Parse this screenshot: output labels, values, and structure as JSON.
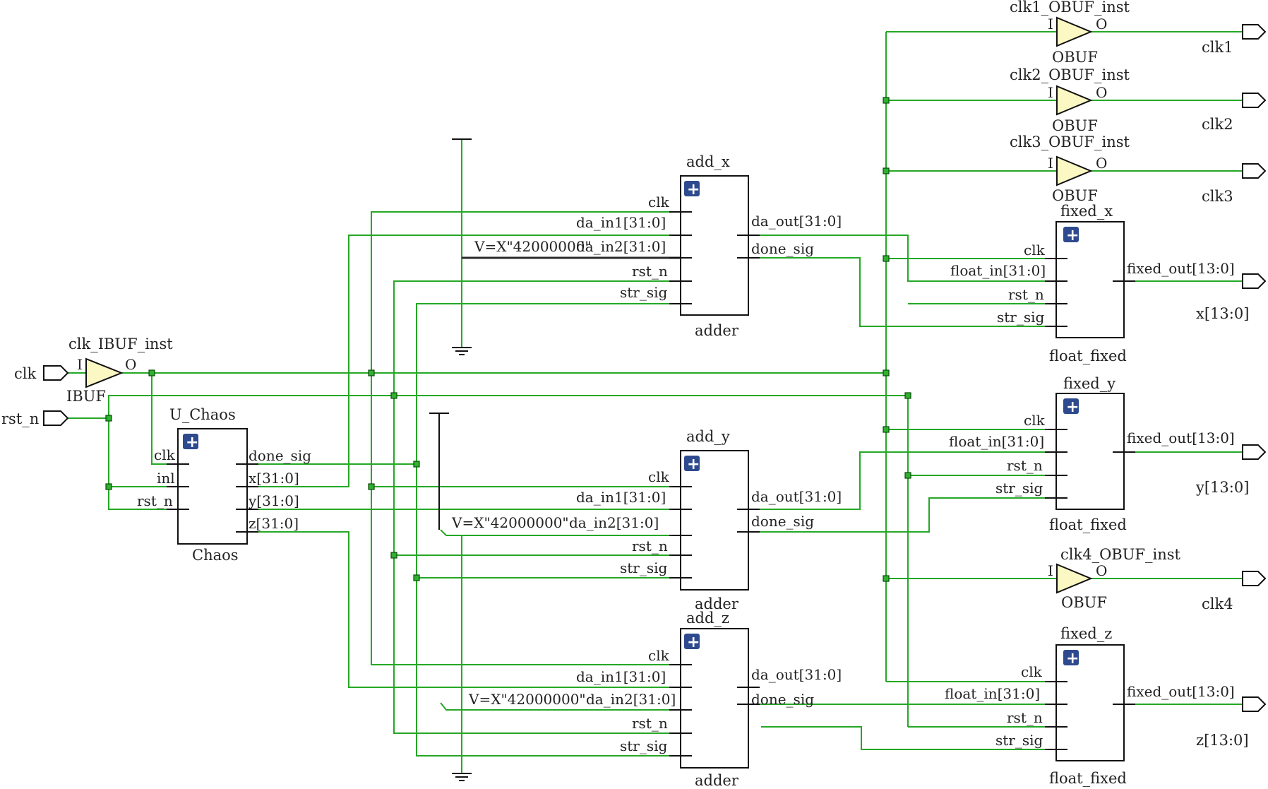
{
  "ports": {
    "inputs": [
      "clk",
      "rst_n"
    ],
    "outputs": [
      "clk1",
      "clk2",
      "clk3",
      "x[13:0]",
      "y[13:0]",
      "clk4",
      "z[13:0]"
    ]
  },
  "ibuf": {
    "instance": "clk_IBUF_inst",
    "type": "IBUF",
    "pin_in": "I",
    "pin_out": "O"
  },
  "obufs": [
    {
      "instance": "clk1_OBUF_inst",
      "type": "OBUF",
      "pin_in": "I",
      "pin_out": "O"
    },
    {
      "instance": "clk2_OBUF_inst",
      "type": "OBUF",
      "pin_in": "I",
      "pin_out": "O"
    },
    {
      "instance": "clk3_OBUF_inst",
      "type": "OBUF",
      "pin_in": "I",
      "pin_out": "O"
    },
    {
      "instance": "clk4_OBUF_inst",
      "type": "OBUF",
      "pin_in": "I",
      "pin_out": "O"
    }
  ],
  "chaos": {
    "instance": "U_Chaos",
    "type": "Chaos",
    "inputs": [
      "clk",
      "inl",
      "rst_n"
    ],
    "outputs": [
      "done_sig",
      "x[31:0]",
      "y[31:0]",
      "z[31:0]"
    ]
  },
  "adders": [
    {
      "instance": "add_x",
      "type": "adder"
    },
    {
      "instance": "add_y",
      "type": "adder"
    },
    {
      "instance": "add_z",
      "type": "adder"
    }
  ],
  "adder_pins": {
    "inputs": [
      "clk",
      "da_in1[31:0]",
      "da_in2[31:0]",
      "rst_n",
      "str_sig"
    ],
    "outputs": [
      "da_out[31:0]",
      "done_sig"
    ]
  },
  "const_label": "V=X\"42000000\"",
  "fixers": [
    {
      "instance": "fixed_x",
      "type": "float_fixed"
    },
    {
      "instance": "fixed_y",
      "type": "float_fixed"
    },
    {
      "instance": "fixed_z",
      "type": "float_fixed"
    }
  ],
  "fixer_pins": {
    "inputs": [
      "clk",
      "float_in[31:0]",
      "rst_n",
      "str_sig"
    ],
    "output": "fixed_out[13:0]"
  },
  "colors": {
    "wire": "#25a825",
    "buffer_fill": "#fbf8c3",
    "expand_button": "#2e4a8e"
  },
  "icons": {
    "expand": "plus-icon",
    "buffer": "triangle-buffer-icon",
    "port": "io-port-icon",
    "ground": "ground-icon"
  }
}
